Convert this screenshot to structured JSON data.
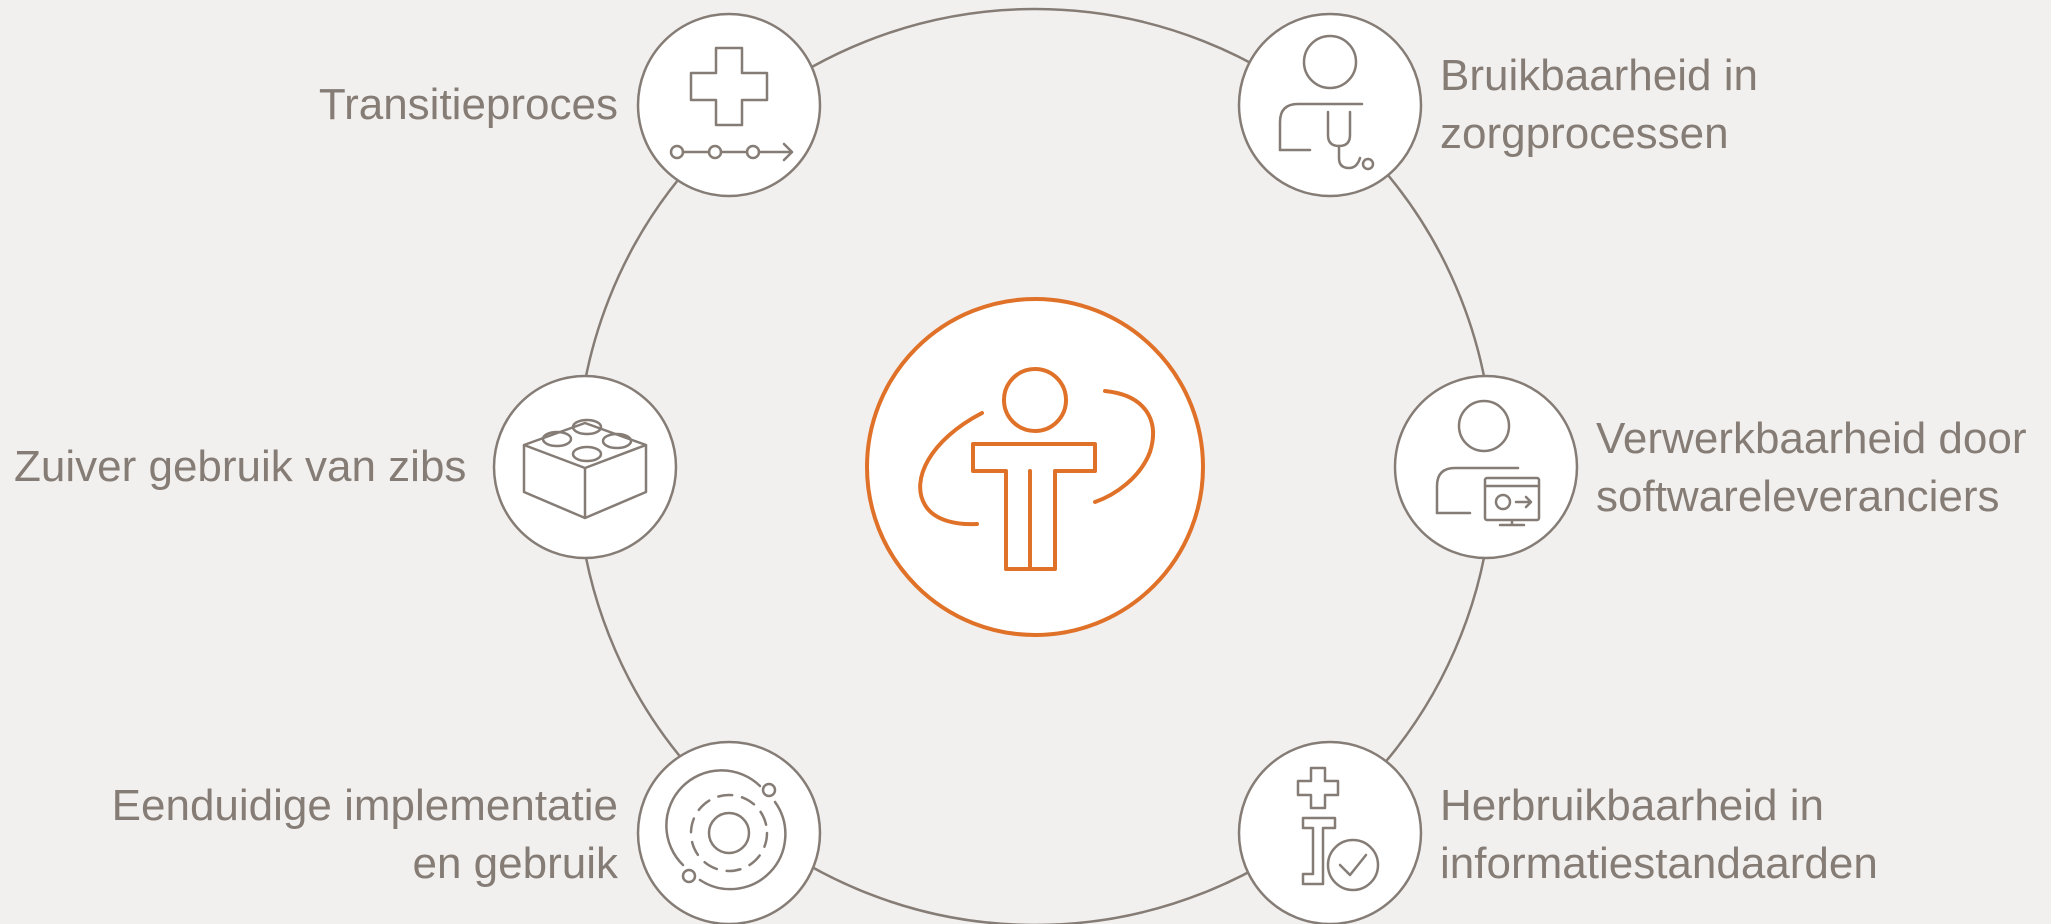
{
  "center": {
    "icon": "person-logo-icon"
  },
  "nodes": [
    {
      "id": "transitieproces",
      "icon": "cross-timeline-icon",
      "lines": [
        "Transitieproces"
      ]
    },
    {
      "id": "bruikbaarheid",
      "icon": "doctor-stethoscope-icon",
      "lines": [
        "Bruikbaarheid in",
        "zorgprocessen"
      ]
    },
    {
      "id": "verwerkbaarheid",
      "icon": "user-settings-monitor-icon",
      "lines": [
        "Verwerkbaarheid door",
        "softwareleveranciers"
      ]
    },
    {
      "id": "herbruikbaarheid",
      "icon": "cross-check-icon",
      "lines": [
        "Herbruikbaarheid in",
        "informatiestandaarden"
      ]
    },
    {
      "id": "eenduidige",
      "icon": "gear-cycle-icon",
      "lines": [
        "Eenduidige implementatie",
        "en gebruik"
      ]
    },
    {
      "id": "zuiver",
      "icon": "building-block-icon",
      "lines": [
        "Zuiver gebruik van zibs"
      ]
    }
  ],
  "colors": {
    "background": "#f2f0ee",
    "line": "#857c76",
    "accent": "#e07128",
    "circle_fill": "#ffffff"
  }
}
